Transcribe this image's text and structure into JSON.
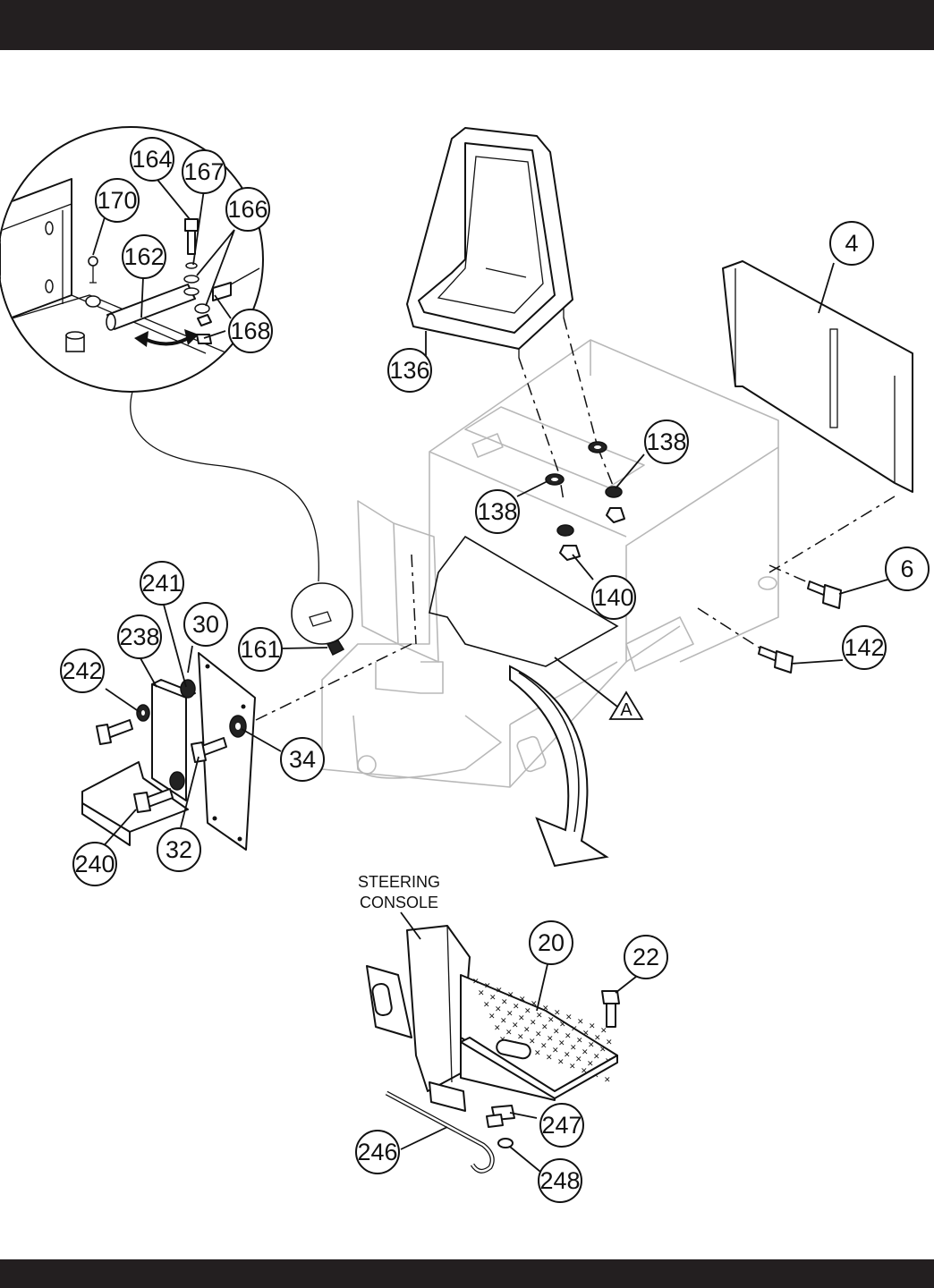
{
  "callouts": {
    "c164": "164",
    "c167": "167",
    "c170": "170",
    "c166": "166",
    "c162": "162",
    "c168": "168",
    "c136": "136",
    "c4": "4",
    "c138a": "138",
    "c138b": "138",
    "c140": "140",
    "c6": "6",
    "c142": "142",
    "c241": "241",
    "c30": "30",
    "c238": "238",
    "c242": "242",
    "c161": "161",
    "c34": "34",
    "c240": "240",
    "c32": "32",
    "c20": "20",
    "c22": "22",
    "c247": "247",
    "c246": "246",
    "c248": "248"
  },
  "view_marker": "A",
  "steering_console": {
    "line1": "STEERING",
    "line2": "CONSOLE"
  },
  "colors": {
    "header_bar": "#231f20",
    "ghost_lines": "#b8b8b8",
    "ink": "#111111"
  }
}
